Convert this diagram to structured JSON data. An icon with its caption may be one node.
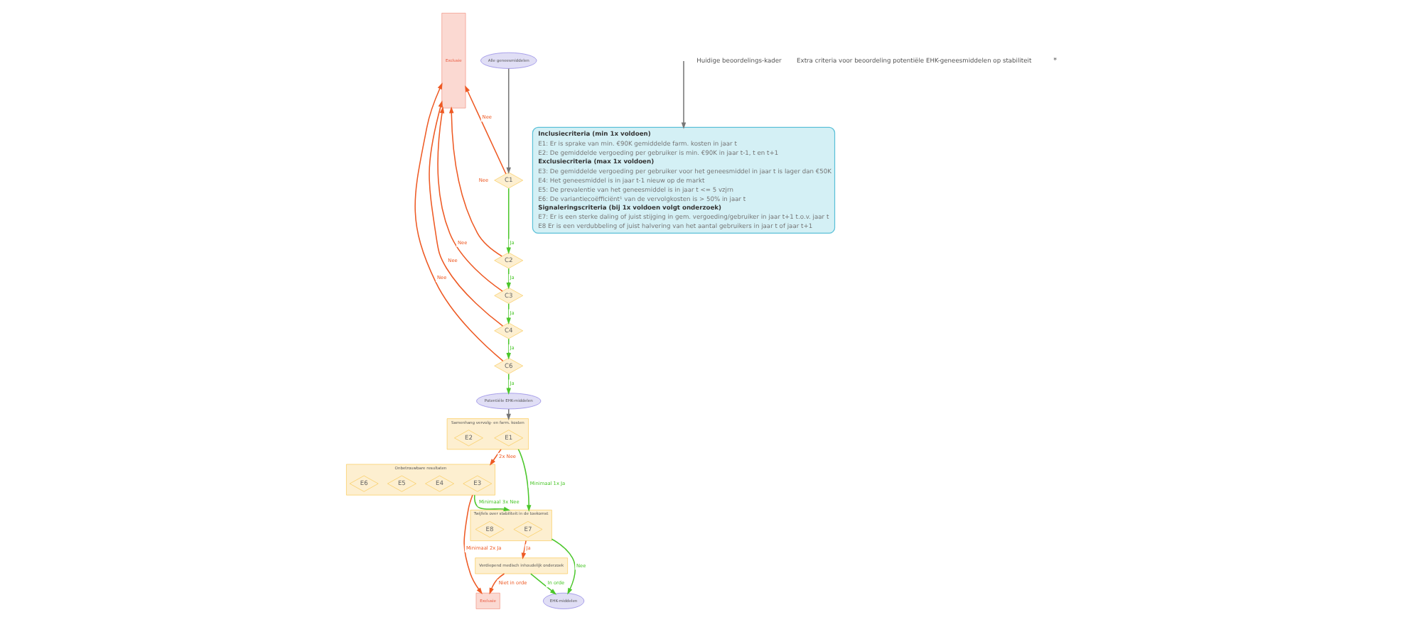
{
  "diagram": {
    "nodes": [
      {
        "text": [
          "Exclusie"
        ]
      },
      {
        "text": [
          "C6"
        ]
      },
      {
        "text": [
          "C4"
        ]
      },
      {
        "text": [
          "C3"
        ]
      },
      {
        "text": [
          "C2"
        ]
      },
      {
        "text": [
          "C1"
        ]
      },
      {
        "text": [
          "Alle geneesmiddelen"
        ]
      },
      {
        "text": [
          "Potentiële EHK-middelen"
        ]
      },
      {
        "text": [
          "Samenhang vervolg- en farm. kosten"
        ]
      },
      {
        "text": [
          "E1"
        ],
        "in": 8
      },
      {
        "text": [
          "E2"
        ],
        "in": 8
      },
      {
        "text": [
          "Onbetrouwbare resultaten"
        ]
      },
      {
        "text": [
          "E3"
        ],
        "in": 11
      },
      {
        "text": [
          "E4"
        ],
        "in": 11
      },
      {
        "text": [
          "E5"
        ],
        "in": 11
      },
      {
        "text": [
          "E6"
        ],
        "in": 11
      },
      {
        "text": [
          "Exclusie"
        ]
      },
      {
        "text": [
          "Twijfels over stabiliteit in de toekomst"
        ]
      },
      {
        "text": [
          "E7"
        ],
        "in": 17
      },
      {
        "text": [
          "E8"
        ],
        "in": 17
      },
      {
        "text": [
          "Verdiepend medisch inhoudelijk onderzoek"
        ]
      },
      {
        "text": [
          "EHK-middelen"
        ]
      },
      {
        "text": [
          "Inclusiecriteria (min 1x voldoen)",
          "E1: Er is sprake van min. €90K gemiddelde farm. kosten in jaar t",
          "E2: De gemiddelde vergoeding per gebruiker is min. €90K in jaar t-1, t en t+1",
          "Exclusiecriteria (max 1x voldoen)",
          "E3: De gemiddelde vergoeding per gebruiker voor het geneesmiddel in jaar t is lager dan €50K",
          "E4: Het geneesmiddel is in jaar t-1 nieuw op de markt",
          "E5: De prevalentie van het geneesmiddel is in jaar t <= 5 vzjrn",
          "E6: De variantiecoëfficiënt¹ van de vervolgkosten is > 50% in jaar t",
          "Signaleringscriteria (bij 1x voldoen volgt onderzoek)",
          "E7: Er is een sterke daling of juist stijging in gem. vergoeding/gebruiker in jaar t+1 t.o.v. jaar t",
          "E8 Er is een verdubbeling of juist halvering van het aantal gebruikers in jaar t of jaar t+1"
        ]
      }
    ],
    "edges": [
      {
        "from": 6,
        "to": 5,
        "arrow": "to",
        "color": "#777777"
      },
      {
        "from": 5,
        "to": 4,
        "arrow": "to",
        "label": "Ja"
      },
      {
        "from": 4,
        "to": 3,
        "arrow": "to",
        "label": "Ja"
      },
      {
        "from": 3,
        "to": 2,
        "arrow": "to",
        "label": "Ja"
      },
      {
        "from": 2,
        "to": 1,
        "arrow": "to",
        "label": "Ja"
      },
      {
        "from": 1,
        "to": 7,
        "arrow": "to",
        "label": "Ja"
      },
      {
        "from": 5,
        "to": 0,
        "arrow": "to",
        "label": "Nee",
        "color": "#ee5a24"
      },
      {
        "from": 4,
        "to": 0,
        "arrow": "to",
        "label": "Nee",
        "color": "#ee5a24"
      },
      {
        "from": 3,
        "to": 0,
        "arrow": "to",
        "label": "Nee",
        "color": "#ee5a24"
      },
      {
        "from": 2,
        "to": 0,
        "arrow": "to",
        "label": "Nee",
        "color": "#ee5a24"
      },
      {
        "from": 1,
        "to": 0,
        "arrow": "to",
        "label": "Nee",
        "color": "#ee5a24"
      },
      {
        "from": 7,
        "to": 8,
        "arrow": "to",
        "color": "#777777"
      },
      {
        "from": 8,
        "to": 11,
        "arrow": "to",
        "label": "2x Nee",
        "color": "#ee5a24"
      },
      {
        "from": 8,
        "to": 17,
        "arrow": "to",
        "label": "Minimaal 1x Ja"
      },
      {
        "from": 11,
        "to": 16,
        "arrow": "to",
        "label": "Minimaal 2x Ja",
        "color": "#ee5a24"
      },
      {
        "from": 11,
        "to": 17,
        "arrow": "to",
        "label": "Minimaal 3x Nee"
      },
      {
        "from": 17,
        "to": 20,
        "arrow": "to",
        "label": "Ja",
        "color": "#ee5a24"
      },
      {
        "from": 17,
        "to": 21,
        "arrow": "to",
        "label": "Nee"
      },
      {
        "from": 20,
        "to": 16,
        "arrow": "to",
        "label": "Niet in orde",
        "color": "#ee5a24"
      },
      {
        "from": 20,
        "to": 21,
        "arrow": "to",
        "label": "In orde"
      },
      {
        "from": null,
        "to": 22,
        "arrow": "to",
        "color": "#777777"
      }
    ],
    "labels": [
      "Huidige beoordelings-kader",
      "Extra criteria voor beoordeling potentiële EHK-geneesmiddelen op stabiliteit",
      "*"
    ]
  }
}
